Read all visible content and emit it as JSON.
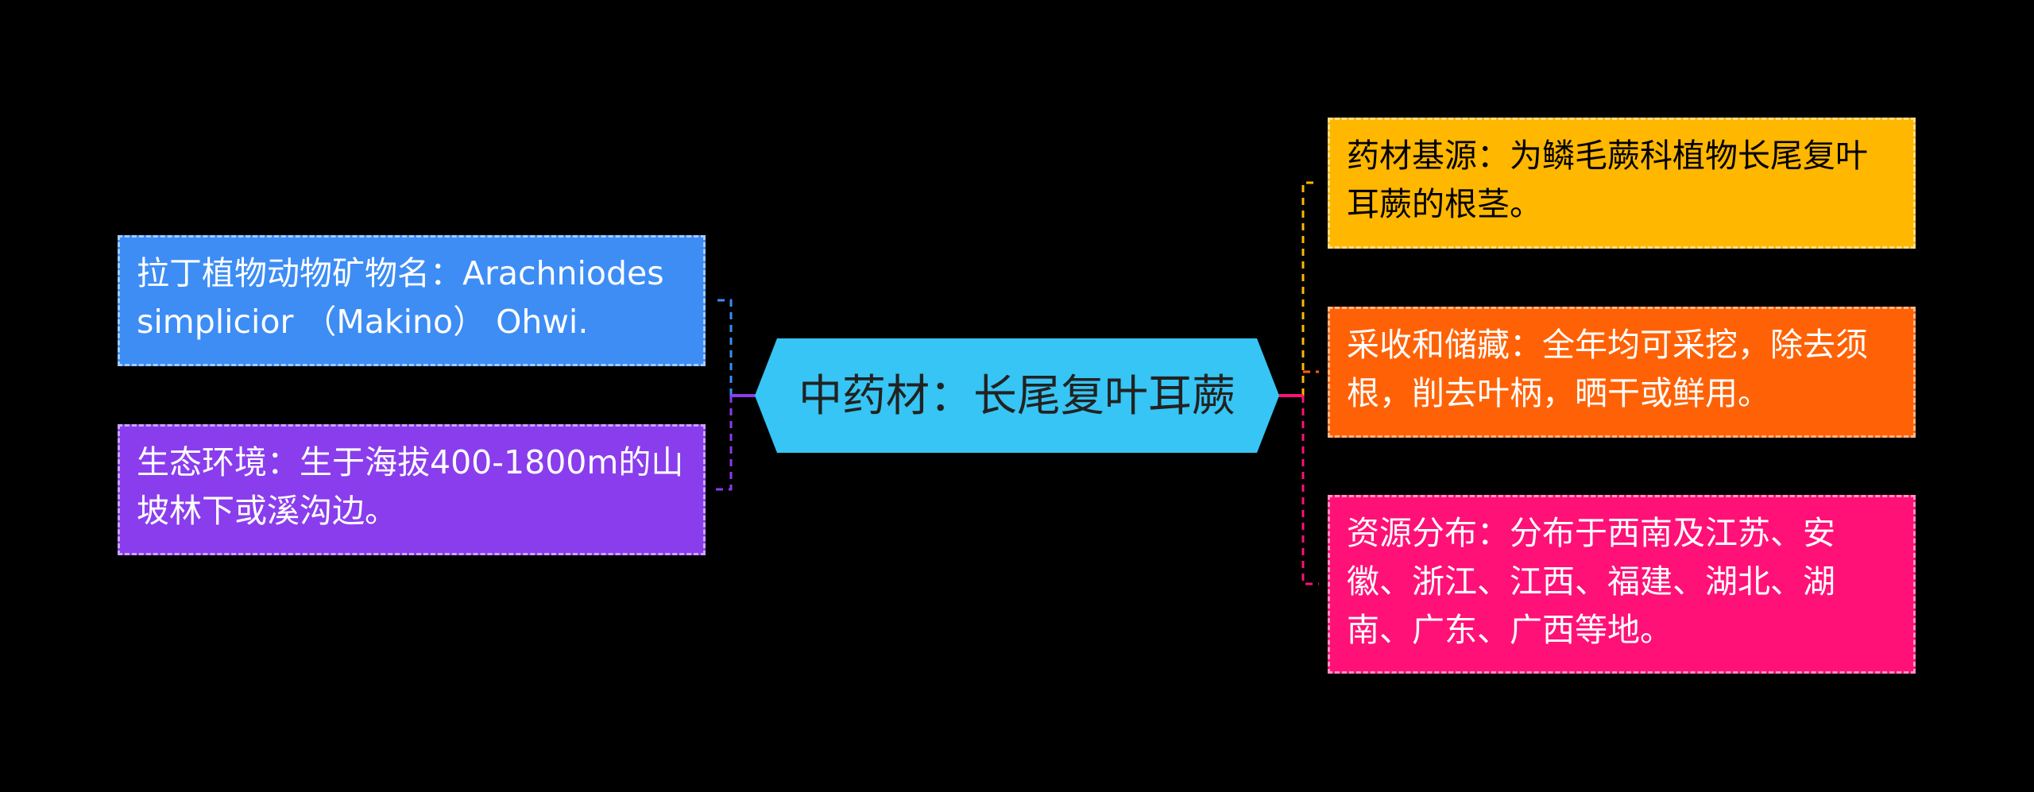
{
  "mindmap": {
    "center": {
      "title": "中药材：长尾复叶耳蕨",
      "color": "#36c5f4"
    },
    "left_branches": [
      {
        "text": "拉丁植物动物矿物名：Arachniodes simplicior （Makino） Ohwi.",
        "color": "#3d8df5"
      },
      {
        "text": "生态环境：生于海拔400-1800m的山坡林下或溪沟边。",
        "color": "#8a3ded"
      }
    ],
    "right_branches": [
      {
        "text": "药材基源：为鳞毛蕨科植物长尾复叶耳蕨的根茎。",
        "color": "#ffb700"
      },
      {
        "text": "采收和储藏：全年均可采挖，除去须根，削去叶柄，晒干或鲜用。",
        "color": "#ff6206"
      },
      {
        "text": "资源分布：分布于西南及江苏、安徽、浙江、江西、福建、湖北、湖南、广东、广西等地。",
        "color": "#ff1177"
      }
    ]
  }
}
